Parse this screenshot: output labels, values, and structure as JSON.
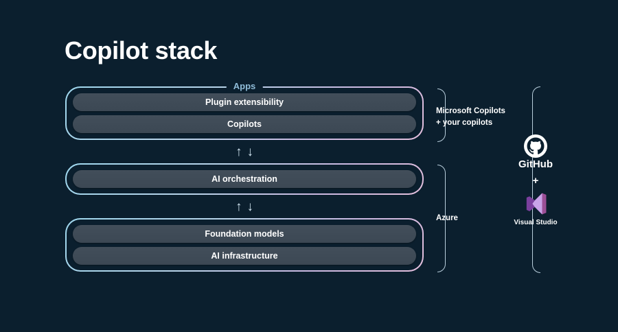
{
  "slide": {
    "title": "Copilot stack",
    "background_color": "#0b1f2e"
  },
  "stack": {
    "layers": [
      {
        "caption": "Apps",
        "rows": [
          "Plugin extensibility",
          "Copilots"
        ]
      },
      {
        "caption": "",
        "rows": [
          "AI orchestration"
        ]
      },
      {
        "caption": "",
        "rows": [
          "Foundation models",
          "AI infrastructure"
        ]
      }
    ],
    "connectors": [
      {
        "up_icon": "arrow-up-icon",
        "down_icon": "arrow-down-icon",
        "up": "↑",
        "down": "↓"
      },
      {
        "up_icon": "arrow-up-icon",
        "down_icon": "arrow-down-icon",
        "up": "↑",
        "down": "↓"
      }
    ],
    "border_gradient": [
      "#9fd8ef",
      "#cbb9e2",
      "#e4c0dd"
    ],
    "pill_color": "#404c58",
    "caption_color": "#8fbcd8"
  },
  "annotations": {
    "apps_label": "Microsoft Copilots\n+ your copilots",
    "azure_label": "Azure",
    "brace_color": "#b9cfdd"
  },
  "tools": {
    "github": {
      "name": "GitHub",
      "icon": "github-octocat-icon",
      "color": "#ffffff"
    },
    "separator": "+",
    "visual_studio": {
      "name": "Visual Studio",
      "icon": "visual-studio-infinity-icon",
      "color": "#9b4f96"
    }
  }
}
